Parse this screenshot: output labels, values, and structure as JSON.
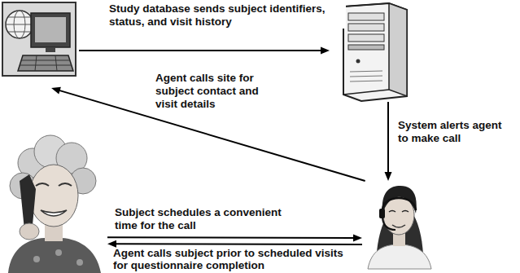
{
  "diagram": {
    "nodes": [
      {
        "text": []
      },
      {
        "text": []
      },
      {
        "text": []
      },
      {
        "text": []
      }
    ],
    "edges": [
      {
        "from": 0,
        "to": 1,
        "arrow": "to",
        "label": "Study database sends subject identifiers, status, and visit history"
      },
      {
        "from": 1,
        "to": 3,
        "arrow": "to",
        "label": "System alerts agent to make call"
      },
      {
        "from": 3,
        "to": 0,
        "arrow": "to",
        "label": "Agent calls site for subject contact and visit details"
      },
      {
        "from": 2,
        "to": 3,
        "arrow": "to",
        "label": "Subject schedules a convenient time for the call"
      },
      {
        "from": 3,
        "to": 2,
        "arrow": "to",
        "label": "Agent calls subject prior to scheduled visits for questionnaire completion"
      }
    ]
  }
}
